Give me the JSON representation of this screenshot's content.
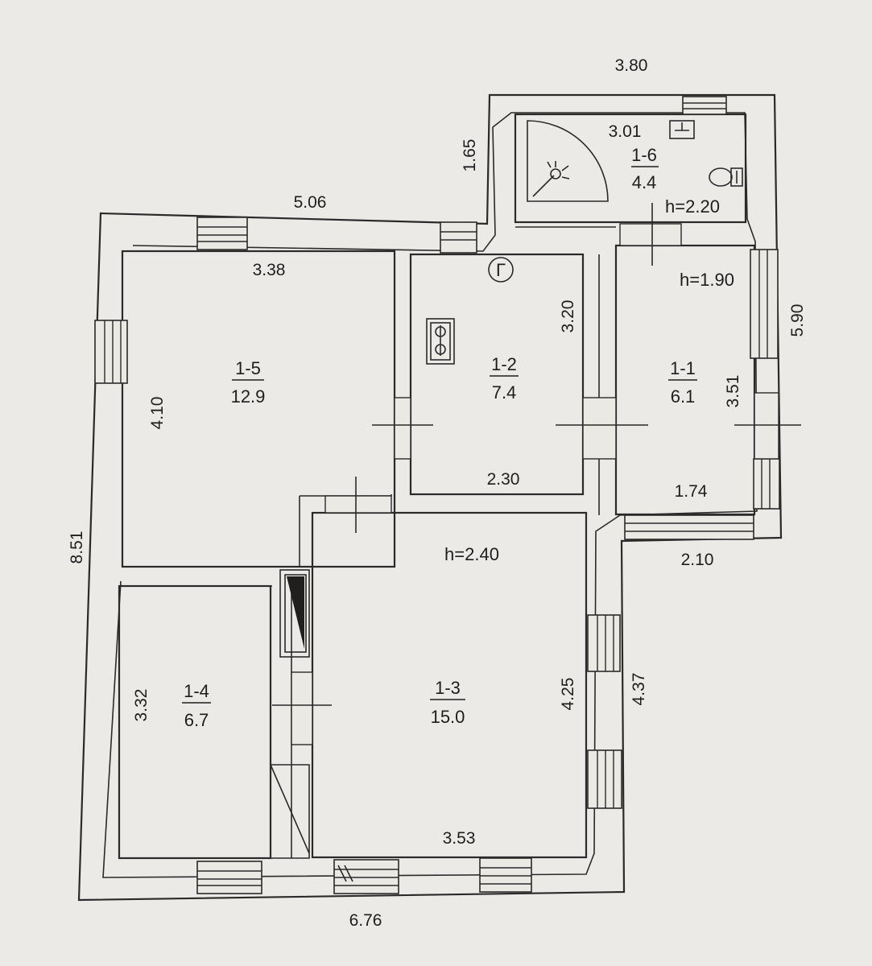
{
  "rooms": [
    {
      "id": "1-1",
      "area": "6.1",
      "height": "h=1.90"
    },
    {
      "id": "1-2",
      "area": "7.4"
    },
    {
      "id": "1-3",
      "area": "15.0",
      "height": "h=2.40"
    },
    {
      "id": "1-4",
      "area": "6.7"
    },
    {
      "id": "1-5",
      "area": "12.9"
    },
    {
      "id": "1-6",
      "area": "4.4",
      "height": "h=2.20"
    }
  ],
  "dimensions": {
    "outer_bottom": "6.76",
    "outer_left": "8.51",
    "top_main": "5.06",
    "top_annex": "3.80",
    "annex_side": "1.65",
    "right_outer": "5.90",
    "right_lower": "4.37",
    "bottom_right_wing": "2.10",
    "room_1_5_width": "3.38",
    "room_1_5_depth": "4.10",
    "room_1_2_width": "2.30",
    "room_1_2_depth": "3.20",
    "room_1_1_width": "1.74",
    "room_1_1_depth": "3.51",
    "room_1_3_width": "3.53",
    "room_1_3_depth": "4.25",
    "room_1_4_depth": "3.32",
    "room_1_6_width": "3.01"
  },
  "symbols": {
    "gas_marker": "Г",
    "stove_icon": "stove-icon",
    "shower_icon": "shower-icon",
    "toilet_icon": "toilet-icon",
    "sink_icon": "sink-icon",
    "chimney_icon": "chimney-icon"
  }
}
